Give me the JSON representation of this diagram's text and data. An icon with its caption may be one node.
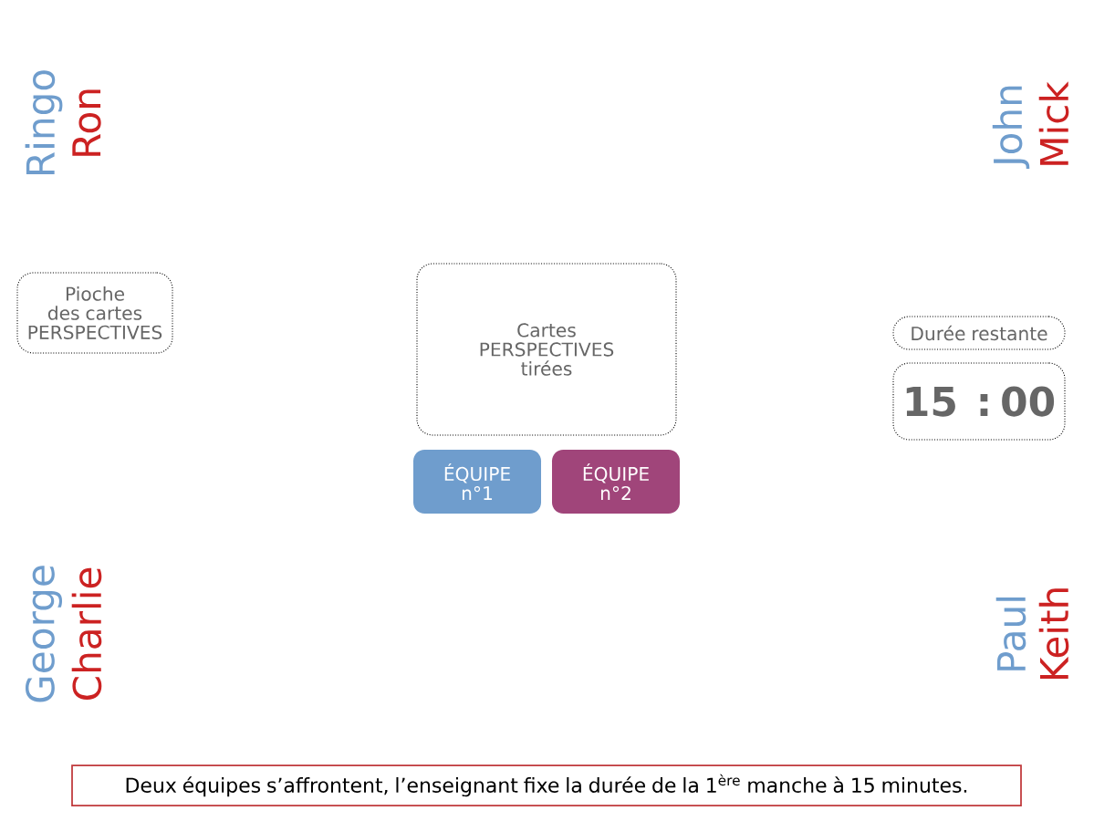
{
  "diagram": {
    "nodes": [
      {
        "text": [
          "Pioche des cartes PERSPECTIVES"
        ]
      },
      {
        "text": [
          "Cartes PERSPECTIVES tirées"
        ]
      },
      {
        "text": [
          "ÉQUIPE n°1"
        ]
      },
      {
        "text": [
          "ÉQUIPE n°2"
        ]
      },
      {
        "text": [
          "Durée restante"
        ]
      },
      {
        "text": [
          "15 : 00"
        ]
      },
      {
        "text": [
          "Deux équipes s’affrontent, l’enseignant fixe la durée de la 1$^{ère}$ manche à 15 minutes."
        ]
      }
    ],
    "labels": [
      "Ringo",
      "Ron",
      "John",
      "Mick",
      "George",
      "Charlie",
      "Paul",
      "Keith"
    ]
  }
}
